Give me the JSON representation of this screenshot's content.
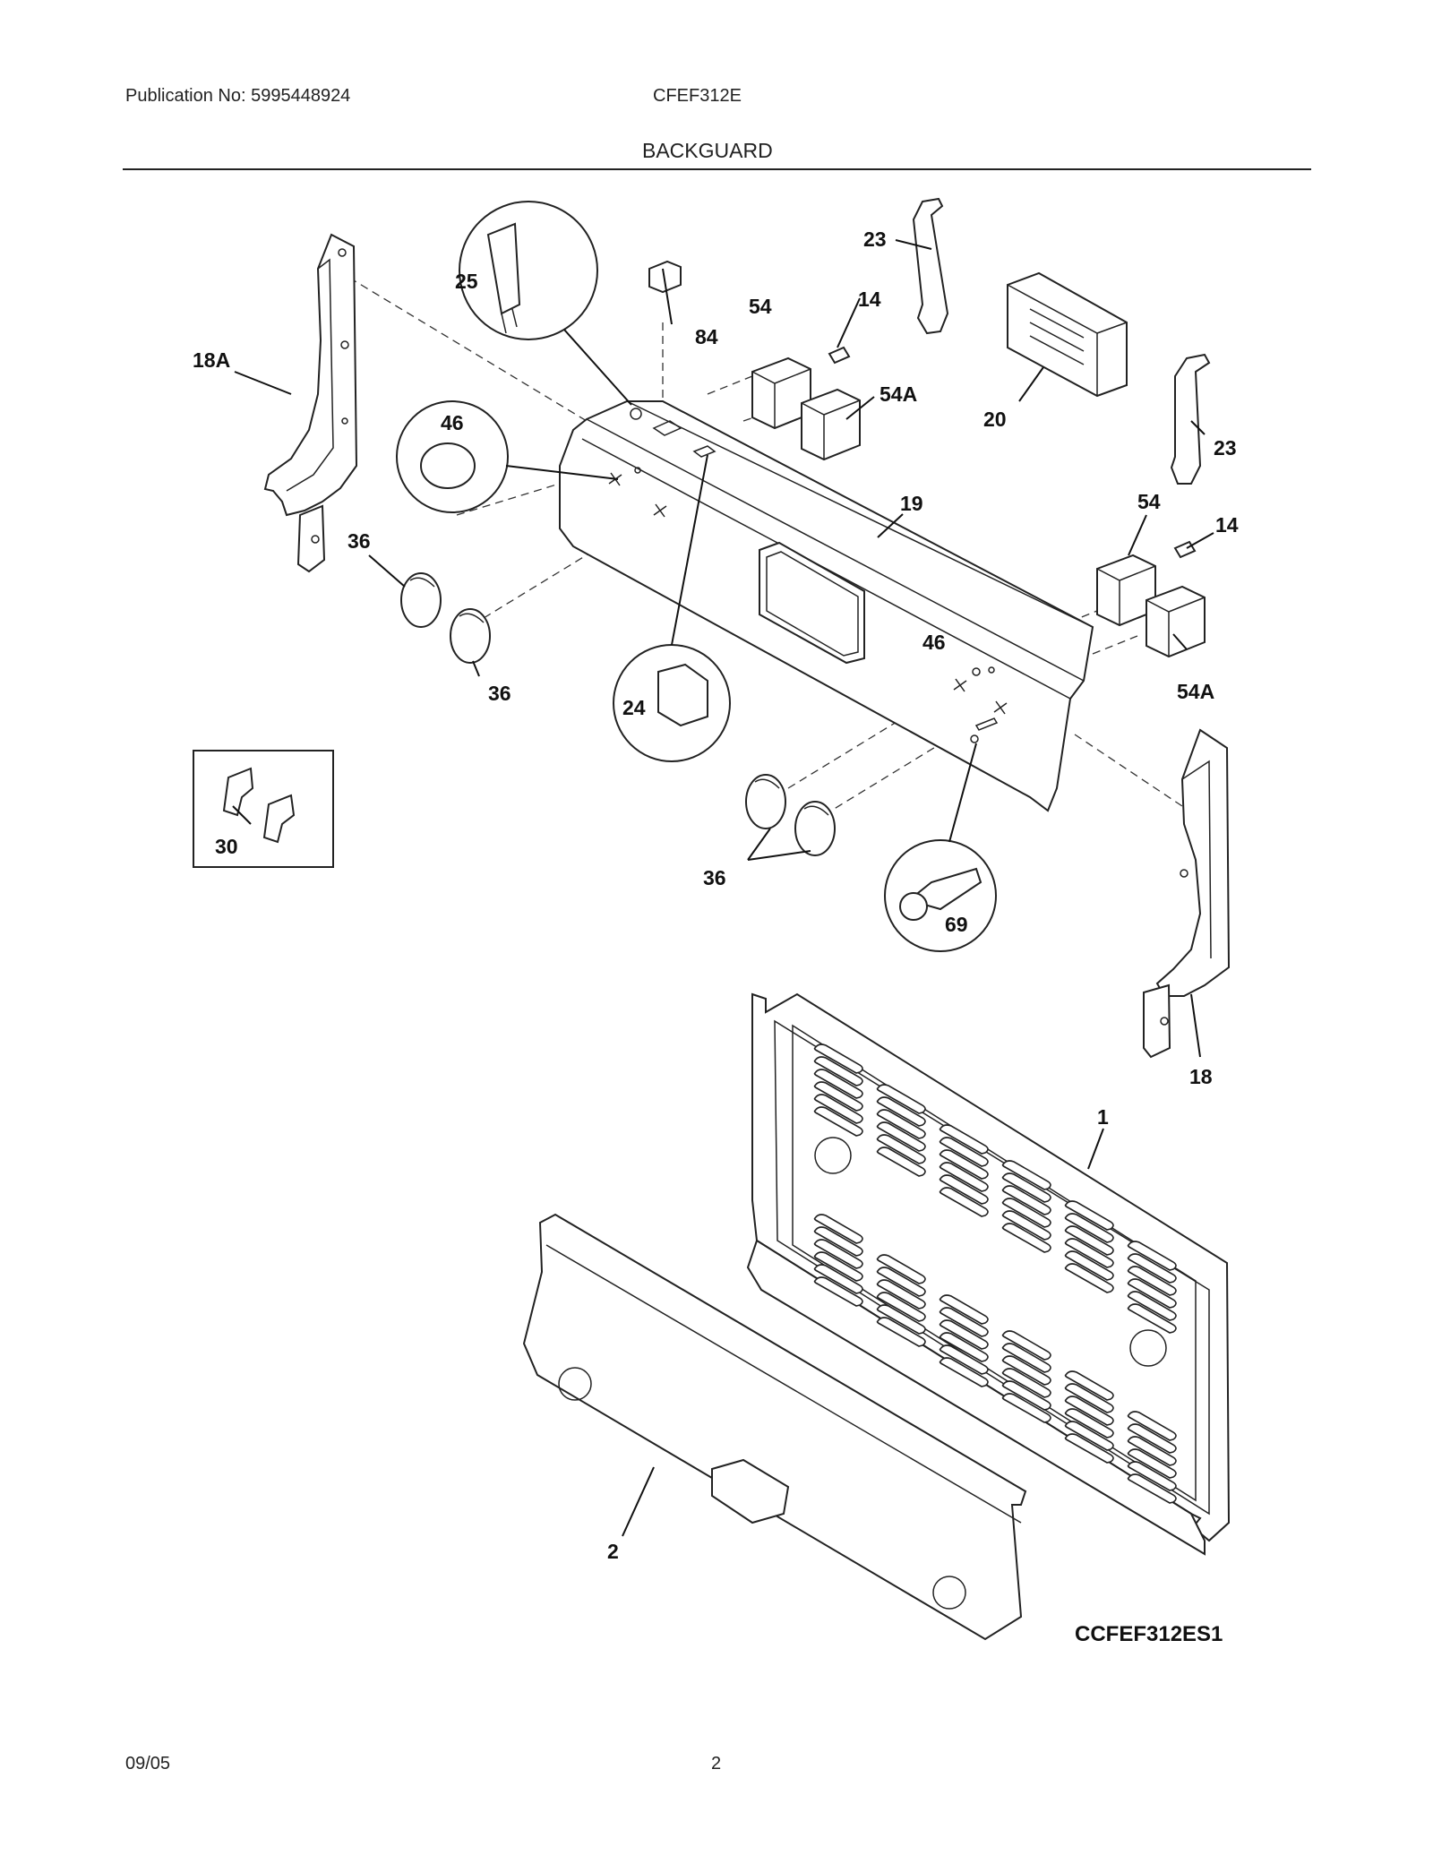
{
  "header": {
    "publication": "Publication No: 5995448924",
    "model": "CFEF312E",
    "section_title": "BACKGUARD"
  },
  "footer": {
    "date": "09/05",
    "page_number": "2"
  },
  "diagram": {
    "code": "CCFEF312ES1",
    "callouts": {
      "c1": "1",
      "c2": "2",
      "c14a": "14",
      "c14b": "14",
      "c18": "18",
      "c18A": "18A",
      "c19": "19",
      "c20": "20",
      "c23a": "23",
      "c23b": "23",
      "c24": "24",
      "c25": "25",
      "c30": "30",
      "c36a": "36",
      "c36b": "36",
      "c36c": "36",
      "c46a": "46",
      "c46b": "46",
      "c54a": "54",
      "c54b": "54",
      "c54Aa": "54A",
      "c54Ab": "54A",
      "c69": "69",
      "c84": "84"
    }
  }
}
